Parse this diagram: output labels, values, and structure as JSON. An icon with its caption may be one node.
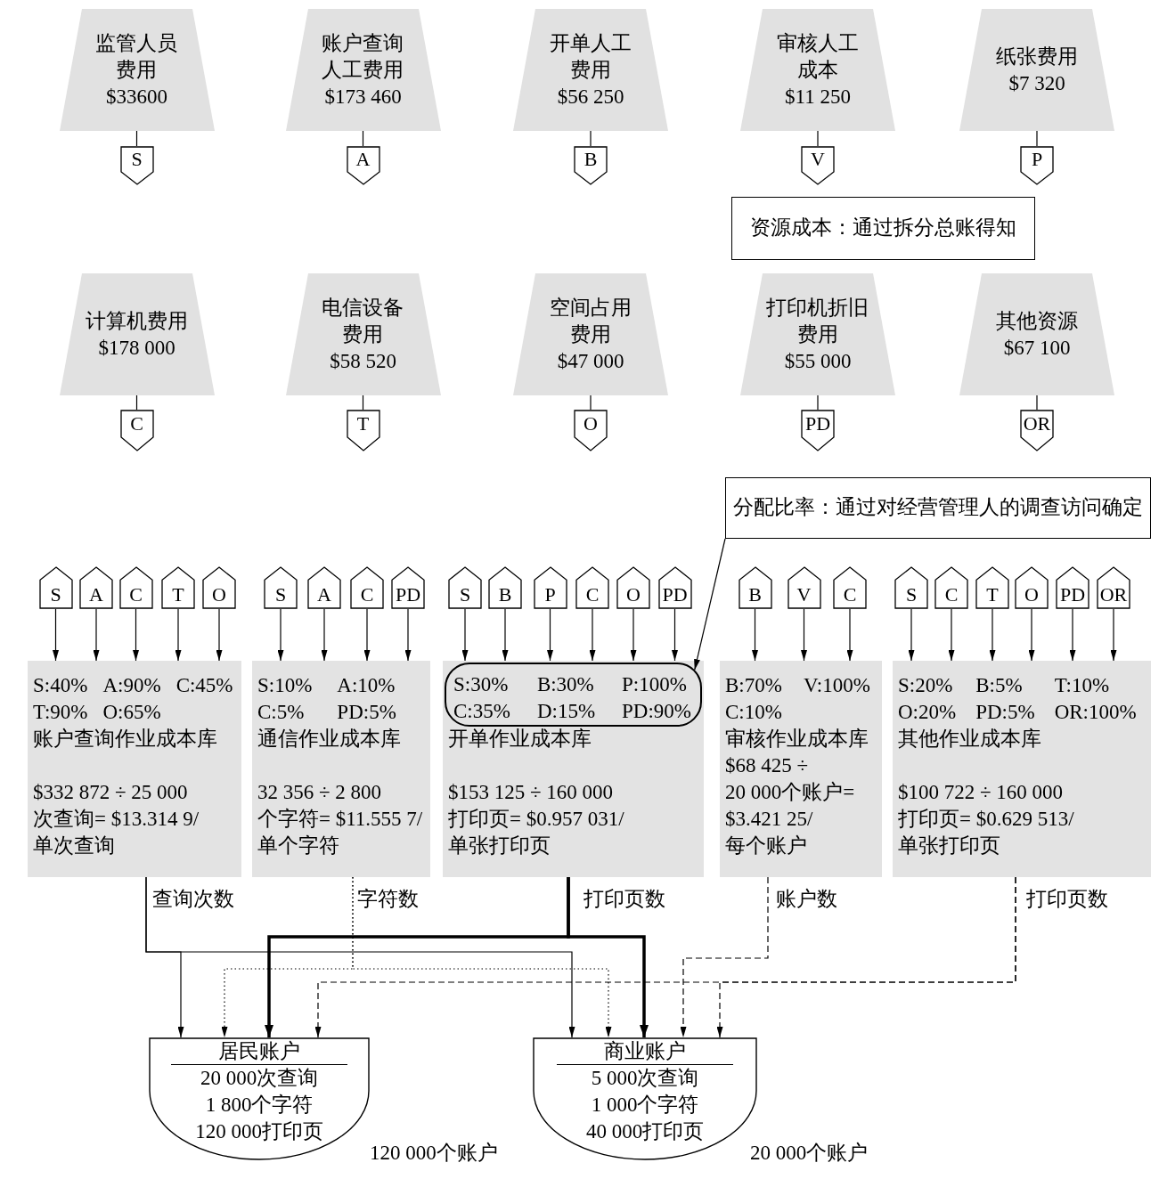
{
  "diagram": {
    "nodes": [
      {
        "text": [
          "监管人员费用",
          "$33600"
        ]
      },
      {
        "text": [
          "账户查询人工费用",
          "$173 460"
        ]
      },
      {
        "text": [
          "开单人工费用",
          "$56 250"
        ]
      },
      {
        "text": [
          "审核人工成本",
          "$11 250"
        ]
      },
      {
        "text": [
          "纸张费用",
          "$7 320"
        ]
      },
      {
        "text": [
          "S"
        ]
      },
      {
        "text": [
          "A"
        ]
      },
      {
        "text": [
          "B"
        ]
      },
      {
        "text": [
          "V"
        ]
      },
      {
        "text": [
          "P"
        ]
      },
      {
        "text": [
          "资源成本：通过拆分总账得知"
        ]
      },
      {
        "text": [
          "计算机费用",
          "$178 000"
        ]
      },
      {
        "text": [
          "电信设备费用",
          "$58 520"
        ]
      },
      {
        "text": [
          "空间占用费用",
          "$47 000"
        ]
      },
      {
        "text": [
          "打印机折旧费用",
          "$55 000"
        ]
      },
      {
        "text": [
          "其他资源",
          "$67 100"
        ]
      },
      {
        "text": [
          "C"
        ]
      },
      {
        "text": [
          "T"
        ]
      },
      {
        "text": [
          "O"
        ]
      },
      {
        "text": [
          "PD"
        ]
      },
      {
        "text": [
          "OR"
        ]
      },
      {
        "text": [
          "分配比率：通过对经营管理人的调查访问确定"
        ]
      },
      {
        "text": [
          "S"
        ]
      },
      {
        "text": [
          "A"
        ]
      },
      {
        "text": [
          "C"
        ]
      },
      {
        "text": [
          "T"
        ]
      },
      {
        "text": [
          "O"
        ]
      },
      {
        "text": [
          "S"
        ]
      },
      {
        "text": [
          "A"
        ]
      },
      {
        "text": [
          "C"
        ]
      },
      {
        "text": [
          "PD"
        ]
      },
      {
        "text": [
          "S"
        ]
      },
      {
        "text": [
          "B"
        ]
      },
      {
        "text": [
          "P"
        ]
      },
      {
        "text": [
          "C"
        ]
      },
      {
        "text": [
          "O"
        ]
      },
      {
        "text": [
          "PD"
        ]
      },
      {
        "text": [
          "B"
        ]
      },
      {
        "text": [
          "V"
        ]
      },
      {
        "text": [
          "C"
        ]
      },
      {
        "text": [
          "S"
        ]
      },
      {
        "text": [
          "C"
        ]
      },
      {
        "text": [
          "T"
        ]
      },
      {
        "text": [
          "O"
        ]
      },
      {
        "text": [
          "PD"
        ]
      },
      {
        "text": [
          "OR"
        ]
      },
      {
        "text": [
          "S:40%",
          "A:90%",
          "C:45%",
          "T:90%",
          "O:65%",
          "账户查询作业成本库",
          "$332 872 ÷ 25 000次查询= $13.314 9/单次查询"
        ]
      },
      {
        "text": [
          "S:10%",
          "A:10%",
          "C:5%",
          "PD:5%",
          "通信作业成本库",
          "32 356 ÷ 2 800个字符= $11.555 7/单个字符"
        ]
      },
      {
        "text": [
          "开单作业成本库",
          "$153 125 ÷ 160 000打印页= $0.957 031/单张打印页"
        ]
      },
      {
        "text": [
          "S:30%",
          "B:30%",
          "P:100%",
          "C:35%",
          "D:15%",
          "PD:90%"
        ],
        "in": 48
      },
      {
        "text": [
          "B:70%",
          "V:100%",
          "C:10%",
          "审核作业成本库",
          "$68 425 ÷ 20 000个账户= $3.421 25/每个账户"
        ]
      },
      {
        "text": [
          "S:20%",
          "B:5%",
          "T:10%",
          "O:20%",
          "PD:5%",
          "OR:100%",
          "其他作业成本库",
          "$100 722 ÷ 160 000打印页= $0.629 513/单张打印页"
        ]
      },
      {
        "text": [
          "居民账户",
          "20 000次查询",
          "1 800个字符",
          "120 000打印页"
        ],
        "beside": [
          "120 000个账户"
        ]
      },
      {
        "text": [
          "商业账户",
          "5 000次查询",
          "1 000个字符",
          "40 000打印页"
        ],
        "beside": [
          "20 000个账户"
        ]
      }
    ],
    "edges": [
      {
        "from": 0,
        "to": 5,
        "arrow": "none"
      },
      {
        "from": 1,
        "to": 6,
        "arrow": "none"
      },
      {
        "from": 2,
        "to": 7,
        "arrow": "none"
      },
      {
        "from": 3,
        "to": 8,
        "arrow": "none"
      },
      {
        "from": 4,
        "to": 9,
        "arrow": "none"
      },
      {
        "from": 11,
        "to": 16,
        "arrow": "none"
      },
      {
        "from": 12,
        "to": 17,
        "arrow": "none"
      },
      {
        "from": 13,
        "to": 18,
        "arrow": "none"
      },
      {
        "from": 14,
        "to": 19,
        "arrow": "none"
      },
      {
        "from": 15,
        "to": 20,
        "arrow": "none"
      },
      {
        "from": 21,
        "to": 49,
        "arrow": "to"
      },
      {
        "from": 22,
        "to": 46,
        "arrow": "to"
      },
      {
        "from": 23,
        "to": 46,
        "arrow": "to"
      },
      {
        "from": 24,
        "to": 46,
        "arrow": "to"
      },
      {
        "from": 25,
        "to": 46,
        "arrow": "to"
      },
      {
        "from": 26,
        "to": 46,
        "arrow": "to"
      },
      {
        "from": 27,
        "to": 47,
        "arrow": "to"
      },
      {
        "from": 28,
        "to": 47,
        "arrow": "to"
      },
      {
        "from": 29,
        "to": 47,
        "arrow": "to"
      },
      {
        "from": 30,
        "to": 47,
        "arrow": "to"
      },
      {
        "from": 31,
        "to": 48,
        "arrow": "to"
      },
      {
        "from": 32,
        "to": 48,
        "arrow": "to"
      },
      {
        "from": 33,
        "to": 48,
        "arrow": "to"
      },
      {
        "from": 34,
        "to": 48,
        "arrow": "to"
      },
      {
        "from": 35,
        "to": 48,
        "arrow": "to"
      },
      {
        "from": 36,
        "to": 48,
        "arrow": "to"
      },
      {
        "from": 37,
        "to": 50,
        "arrow": "to"
      },
      {
        "from": 38,
        "to": 50,
        "arrow": "to"
      },
      {
        "from": 39,
        "to": 50,
        "arrow": "to"
      },
      {
        "from": 40,
        "to": 51,
        "arrow": "to"
      },
      {
        "from": 41,
        "to": 51,
        "arrow": "to"
      },
      {
        "from": 42,
        "to": 51,
        "arrow": "to"
      },
      {
        "from": 43,
        "to": 51,
        "arrow": "to"
      },
      {
        "from": 44,
        "to": 51,
        "arrow": "to"
      },
      {
        "from": 45,
        "to": 51,
        "arrow": "to"
      },
      {
        "from": 46,
        "to": 52,
        "arrow": "to",
        "label": "查询次数"
      },
      {
        "from": 46,
        "to": 53,
        "arrow": "to"
      },
      {
        "from": 47,
        "to": 52,
        "arrow": "to",
        "label": "字符数",
        "style": "dashed"
      },
      {
        "from": 47,
        "to": 53,
        "arrow": "to",
        "style": "dashed"
      },
      {
        "from": 48,
        "to": 52,
        "arrow": "to",
        "label": "打印页数",
        "style": "thick"
      },
      {
        "from": 48,
        "to": 53,
        "arrow": "to",
        "style": "thick"
      },
      {
        "from": 50,
        "to": 53,
        "arrow": "to",
        "label": "账户数",
        "style": "dashed"
      },
      {
        "from": 51,
        "to": 52,
        "arrow": "to",
        "label": "打印页数",
        "style": "dashed"
      },
      {
        "from": 51,
        "to": 53,
        "arrow": "to",
        "style": "dashed"
      }
    ]
  }
}
